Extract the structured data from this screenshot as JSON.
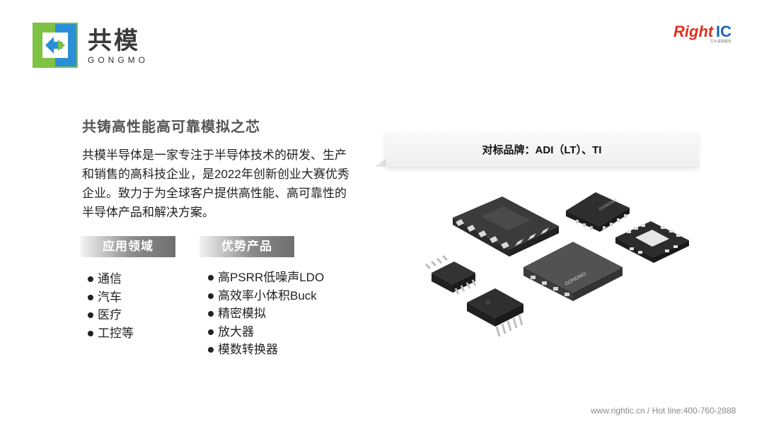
{
  "brand": {
    "name_cn": "共模",
    "name_en": "GONGMO",
    "colors": {
      "green": "#7dc242",
      "blue": "#2b8fd8"
    }
  },
  "partner_logo": {
    "text_main": "Right",
    "text_ic": "IC",
    "tagline": "芯片采购服务",
    "colors": {
      "red": "#e0301e",
      "blue": "#1a63b8"
    }
  },
  "intro": {
    "title": "共铸高性能高可靠模拟之芯",
    "paragraph": "共模半导体是一家专注于半导体技术的研发、生产和销售的高科技企业，是2022年创新创业大赛优秀企业。致力于为全球客户提供高性能、高可靠性的半导体产品和解决方案。"
  },
  "applications": {
    "label": "应用领域",
    "items": [
      "通信",
      "汽车",
      "医疗",
      "工控等"
    ]
  },
  "advantages": {
    "label": "优势产品",
    "items": [
      "高PSRR低噪声LDO",
      "高效率小体积Buck",
      "精密模拟",
      "放大器",
      "模数转换器"
    ]
  },
  "benchmark": {
    "text": "对标品牌：ADI（LT）、TI"
  },
  "chip_marking": "GONGMO",
  "footer": {
    "text": "www.rightic.cn / Hot line:400-760-2888"
  }
}
